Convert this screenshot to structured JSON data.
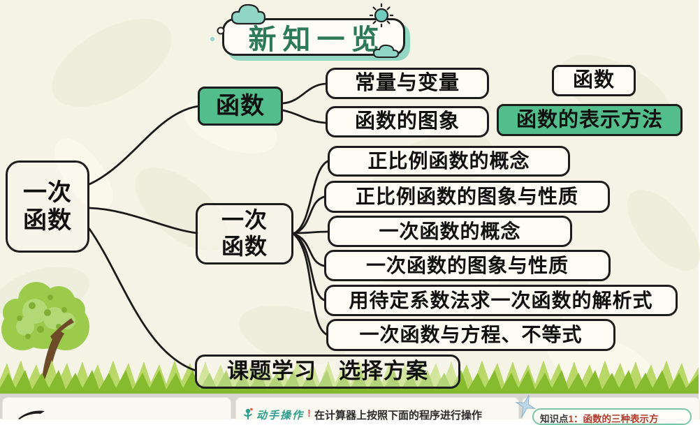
{
  "slide_title": "新知一览",
  "mindmap": {
    "root": "一次\n函数",
    "branch_hanshu": {
      "label": "函数",
      "children": [
        "常量与变量",
        "函数的图象"
      ]
    },
    "side_nodes": {
      "hanshu": "函数",
      "biaoshi": "函数的表示方法"
    },
    "branch_yici": {
      "label": "一次\n函数",
      "children": [
        "正比例函数的概念",
        "正比例函数的图象与性质",
        "一次函数的概念",
        "一次函数的图象与性质",
        "用待定系数法求一次函数的解析式",
        "一次函数与方程、不等式"
      ]
    },
    "branch_keti": {
      "label": "课题学习　选择方案"
    }
  },
  "footer": {
    "activity_label": "动手操作",
    "activity_bang": "!",
    "activity_text": "在计算器上按照下面的程序进行操作",
    "knowledge_prefix": "知识点",
    "knowledge_text": " 1：函数的三种表示方"
  },
  "colors": {
    "node_green": "#53be8b",
    "title_green": "#2d7a58",
    "accent_teal": "#93d7c3",
    "grass_light": "#b9d867",
    "grass_dark": "#86bb2f"
  }
}
